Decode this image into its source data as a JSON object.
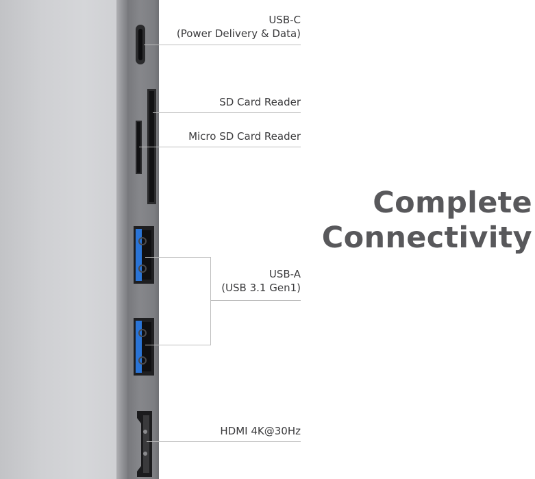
{
  "ports": [
    {
      "id": "usb-c",
      "lines": [
        "USB-C",
        "(Power Delivery & Data)"
      ]
    },
    {
      "id": "sd-card",
      "lines": [
        "SD Card Reader"
      ]
    },
    {
      "id": "micro-sd",
      "lines": [
        "Micro SD Card Reader"
      ]
    },
    {
      "id": "usb-a",
      "lines": [
        "USB-A",
        "(USB 3.1 Gen1)"
      ]
    },
    {
      "id": "hdmi",
      "lines": [
        "HDMI 4K@30Hz"
      ]
    }
  ],
  "headline": {
    "line1": "Complete",
    "line2": "Connectivity"
  },
  "colors": {
    "text": "#3a3a3c",
    "headline": "#58585b",
    "leader_line": "#bdbdbd",
    "usb_blue": "#2a74d6",
    "port_dark": "#1f1f21",
    "device_edge": "#7d7e82"
  }
}
